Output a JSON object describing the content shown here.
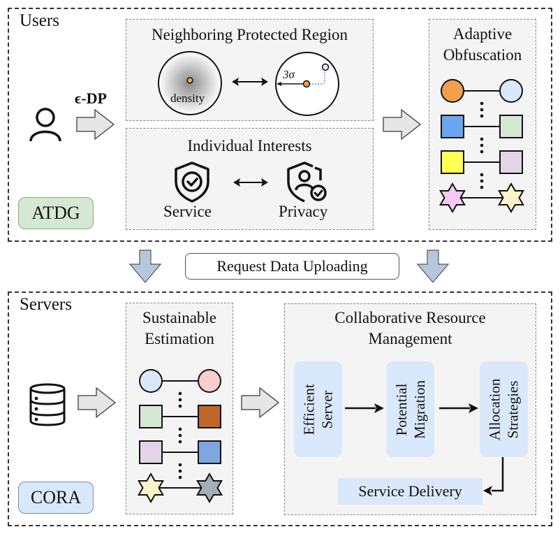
{
  "users_section": {
    "label": "Users",
    "dp_label": "ϵ-DP",
    "badge": "ATDG",
    "neighboring": {
      "title": "Neighboring Protected Region",
      "density_label": "density",
      "radius_label": "3σ"
    },
    "interests": {
      "title": "Individual Interests",
      "left_label": "Service",
      "right_label": "Privacy"
    },
    "adaptive": {
      "title_line1": "Adaptive",
      "title_line2": "Obfuscation",
      "pairs": [
        {
          "shape": "circle",
          "left_color": "#f0a04b",
          "right_color": "#dae8fc"
        },
        {
          "shape": "square",
          "left_color": "#6aa7f0",
          "right_color": "#d5e8d4"
        },
        {
          "shape": "square",
          "left_color": "#ffff55",
          "right_color": "#e1d5e7"
        },
        {
          "shape": "star",
          "left_color": "#f5c9f5",
          "right_color": "#fff2cc"
        }
      ]
    }
  },
  "middle": {
    "request_label": "Request Data Uploading",
    "arrow_color": "#b4c7dc"
  },
  "servers_section": {
    "label": "Servers",
    "badge": "CORA",
    "sustainable": {
      "title_line1": "Sustainable",
      "title_line2": "Estimation",
      "pairs": [
        {
          "shape": "circle",
          "left_color": "#dae8fc",
          "right_color": "#f8cecc"
        },
        {
          "shape": "square",
          "left_color": "#d5e8d4",
          "right_color": "#c0662a"
        },
        {
          "shape": "square",
          "left_color": "#e1d5e7",
          "right_color": "#7ea6e0"
        },
        {
          "shape": "star",
          "left_color": "#fff2cc",
          "right_color": "#a2b0b5"
        }
      ]
    },
    "crm": {
      "title_line1": "Collaborative Resource",
      "title_line2": "Management",
      "step1_line1": "Efficient",
      "step1_line2": "Server",
      "step2_line1": "Potential",
      "step2_line2": "Migration",
      "step3_line1": "Allocation",
      "step3_line2": "Strategies",
      "delivery": "Service Delivery"
    }
  }
}
